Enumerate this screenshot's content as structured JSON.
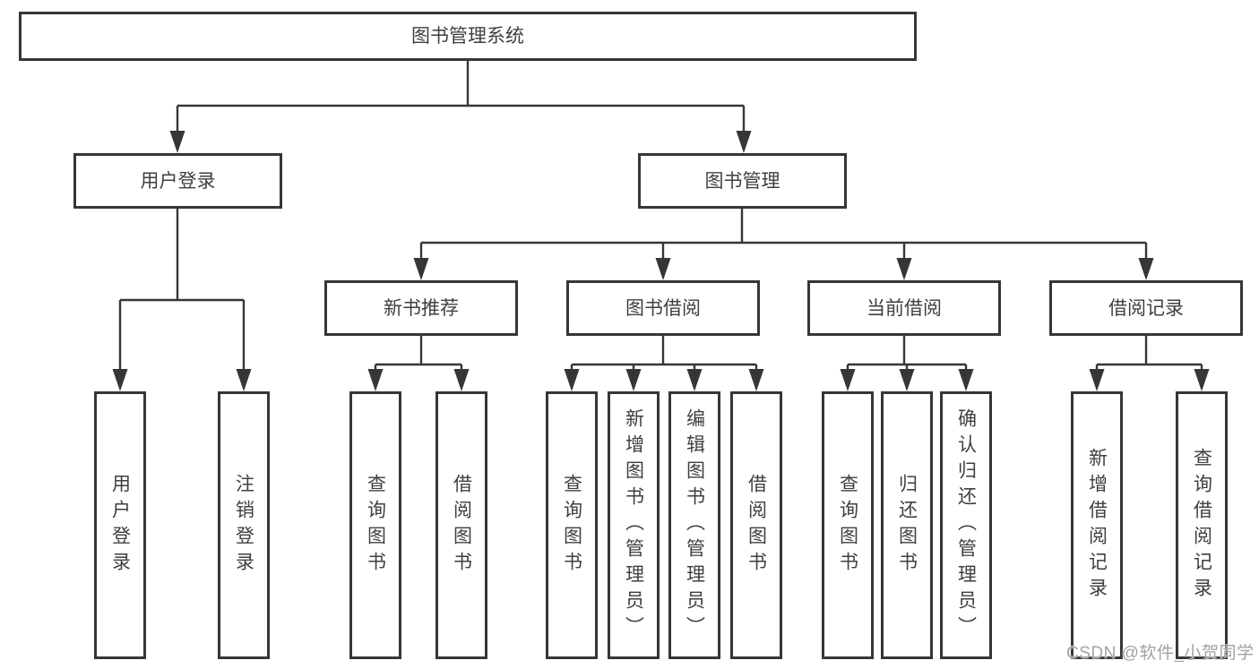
{
  "tree": {
    "root": "图书管理系统",
    "level2": [
      "用户登录",
      "图书管理"
    ],
    "level3": [
      "新书推荐",
      "图书借阅",
      "当前借阅",
      "借阅记录"
    ],
    "login_children": [
      "用户登录",
      "注销登录"
    ],
    "recommend_children": [
      "查询图书",
      "借阅图书"
    ],
    "borrow_children": [
      "查询图书",
      "新增图书（管理员）",
      "编辑图书（管理员）",
      "借阅图书"
    ],
    "current_children": [
      "查询图书",
      "归还图书",
      "确认归还（管理员）"
    ],
    "record_children": [
      "新增借阅记录",
      "查询借阅记录"
    ]
  },
  "watermark": "CSDN @软件_小贺同学",
  "colors": {
    "line": "#363636",
    "box_border": "#363636",
    "box_background": "#ffffff",
    "text": "#3f3f3f",
    "watermark": "#a2a2a2"
  }
}
